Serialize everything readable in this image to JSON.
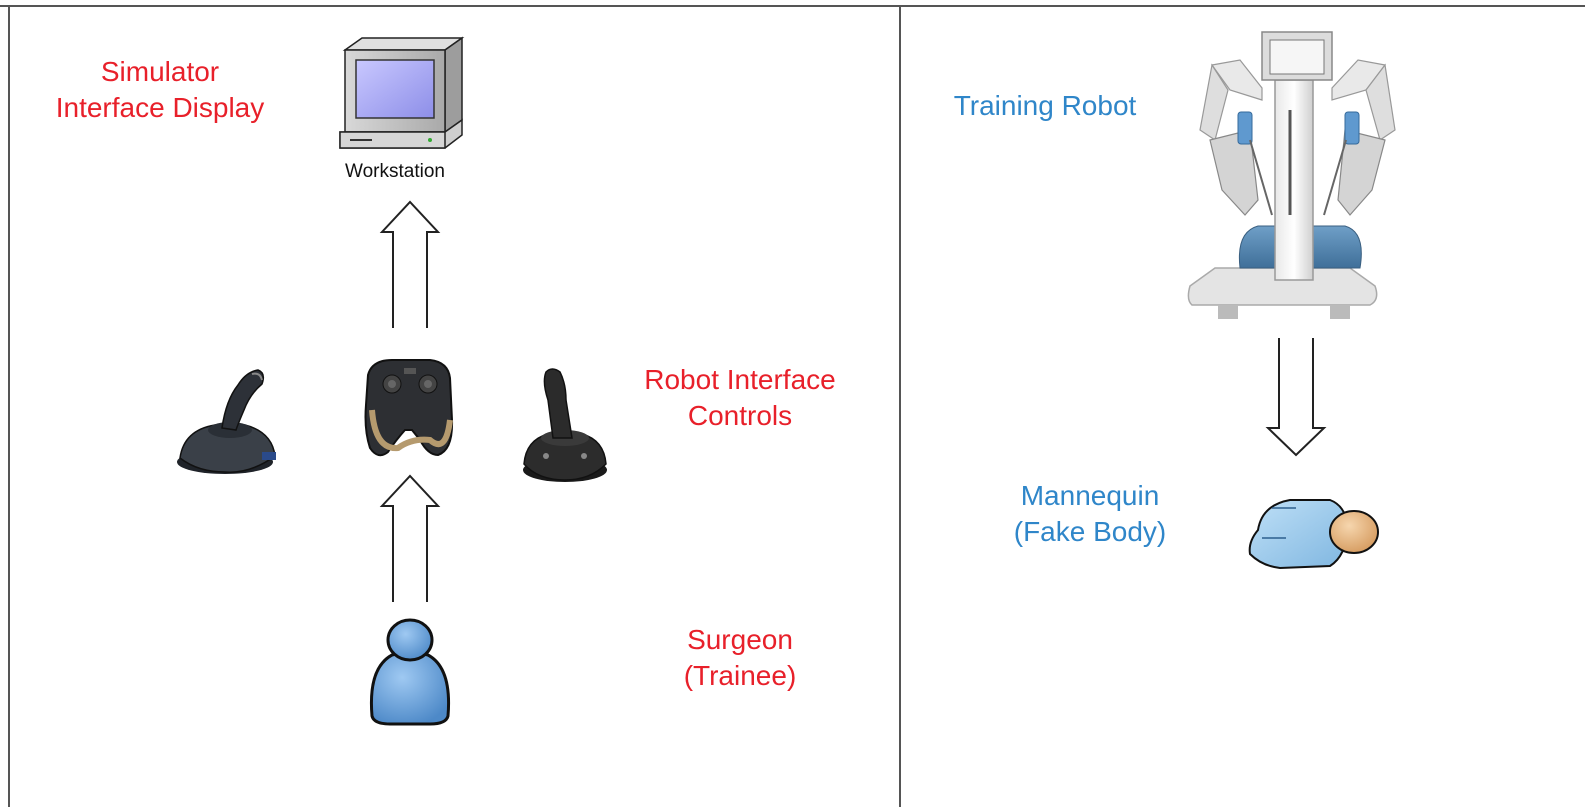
{
  "left_panel": {
    "simulator_label": [
      "Simulator",
      "Interface Display"
    ],
    "workstation_label": "Workstation",
    "controls_label": [
      "Robot Interface",
      "Controls"
    ],
    "surgeon_label": [
      "Surgeon",
      "(Trainee)"
    ]
  },
  "right_panel": {
    "robot_label": "Training Robot",
    "mannequin_label": [
      "Mannequin",
      "(Fake Body)"
    ]
  },
  "colors": {
    "left_text": "#e8202a",
    "right_text": "#2f86c9",
    "divider": "#555555"
  }
}
